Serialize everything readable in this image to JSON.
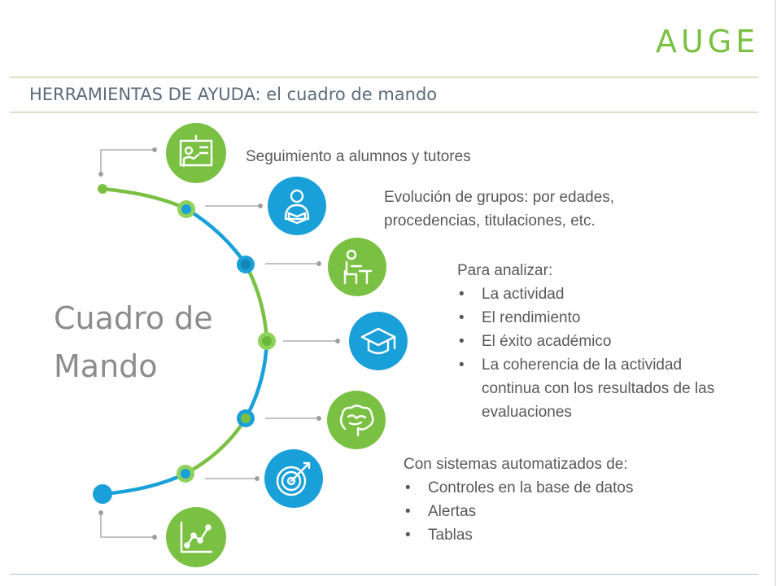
{
  "brand": {
    "logo_text": "AUGE",
    "accent_green": "#7ac143",
    "accent_blue": "#1aa0d8"
  },
  "header": {
    "title": "HERRAMIENTAS DE AYUDA: el cuadro de mando"
  },
  "main": {
    "big_title_line1": "Cuadro de",
    "big_title_line2": "Mando",
    "items": [
      {
        "icon": "teacher-board-icon",
        "color": "#7ac143",
        "text": "Seguimiento a alumnos y tutores"
      },
      {
        "icon": "student-reading-icon",
        "color": "#1aa0d8",
        "text": "Evolución de grupos: por edades, procedencias, titulaciones, etc."
      },
      {
        "icon": "student-desk-icon",
        "color": "#7ac143"
      },
      {
        "icon": "graduation-cap-icon",
        "color": "#1aa0d8"
      },
      {
        "icon": "brain-icon",
        "color": "#7ac143"
      },
      {
        "icon": "target-icon",
        "color": "#1aa0d8"
      },
      {
        "icon": "line-chart-icon",
        "color": "#7ac143"
      }
    ],
    "analysis": {
      "heading": "Para analizar:",
      "bullets": [
        "La actividad",
        "El rendimiento",
        "El éxito académico",
        "La coherencia de la actividad continua con los resultados de las evaluaciones"
      ]
    },
    "automation": {
      "heading": "Con sistemas automatizados de:",
      "bullets": [
        "Controles en la base de datos",
        "Alertas",
        "Tablas"
      ]
    }
  }
}
